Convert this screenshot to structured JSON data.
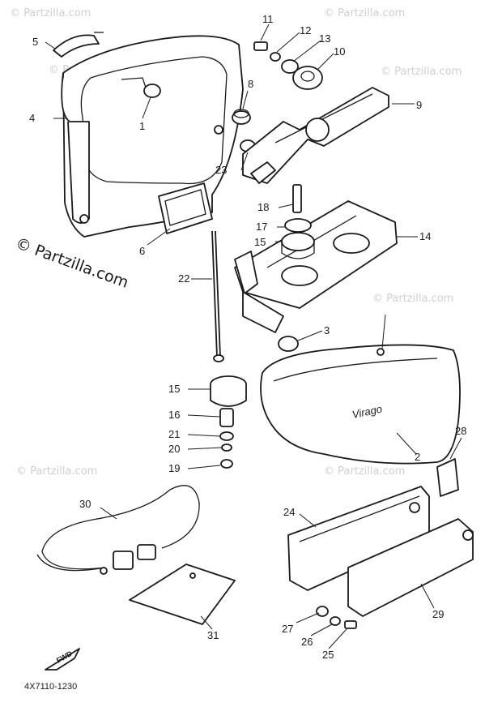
{
  "diagram": {
    "watermark_text": "© Partzilla.com",
    "drawing_code": "4X7110-1230",
    "fwd_label": "FWD",
    "tank_badge": "Virago",
    "callouts": [
      {
        "id": "c1",
        "label": "1"
      },
      {
        "id": "c2",
        "label": "2"
      },
      {
        "id": "c3",
        "label": "3"
      },
      {
        "id": "c4",
        "label": "4"
      },
      {
        "id": "c5",
        "label": "5"
      },
      {
        "id": "c6",
        "label": "6"
      },
      {
        "id": "c8",
        "label": "8"
      },
      {
        "id": "c9",
        "label": "9"
      },
      {
        "id": "c10",
        "label": "10"
      },
      {
        "id": "c11",
        "label": "11"
      },
      {
        "id": "c12",
        "label": "12"
      },
      {
        "id": "c13",
        "label": "13"
      },
      {
        "id": "c14",
        "label": "14"
      },
      {
        "id": "c15a",
        "label": "15"
      },
      {
        "id": "c15b",
        "label": "15"
      },
      {
        "id": "c16",
        "label": "16"
      },
      {
        "id": "c17",
        "label": "17"
      },
      {
        "id": "c18",
        "label": "18"
      },
      {
        "id": "c19",
        "label": "19"
      },
      {
        "id": "c20",
        "label": "20"
      },
      {
        "id": "c21",
        "label": "21"
      },
      {
        "id": "c22",
        "label": "22"
      },
      {
        "id": "c23",
        "label": "23"
      },
      {
        "id": "c24",
        "label": "24"
      },
      {
        "id": "c25",
        "label": "25"
      },
      {
        "id": "c26",
        "label": "26"
      },
      {
        "id": "c27",
        "label": "27"
      },
      {
        "id": "c28",
        "label": "28"
      },
      {
        "id": "c29",
        "label": "29"
      },
      {
        "id": "c30",
        "label": "30"
      },
      {
        "id": "c31",
        "label": "31"
      }
    ]
  }
}
